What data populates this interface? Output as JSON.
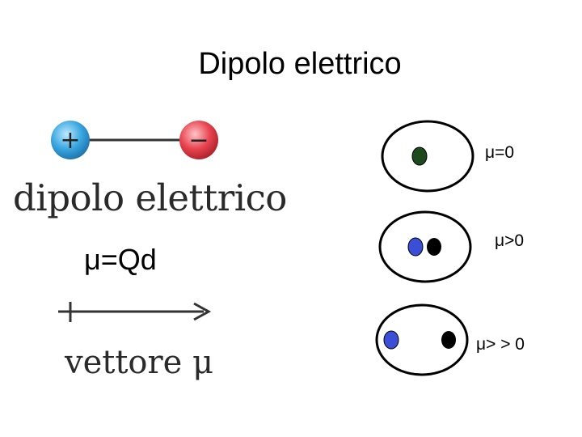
{
  "title": "Dipolo elettrico",
  "dipole": {
    "plus_symbol": "+",
    "minus_symbol": "−",
    "plus_color": "#3aa7e0",
    "minus_color": "#e8444f",
    "caption": "dipolo elettrico"
  },
  "formula": "μ=Qd",
  "vector": {
    "plus_symbol": "+",
    "caption": "vettore μ"
  },
  "cases": [
    {
      "label": "μ=0"
    },
    {
      "label": "μ>0"
    },
    {
      "label": "μ> > 0"
    }
  ],
  "colors": {
    "green_charge": "#1d4a1d",
    "blue_charge": "#3b4fd6",
    "black_charge": "#000000"
  }
}
